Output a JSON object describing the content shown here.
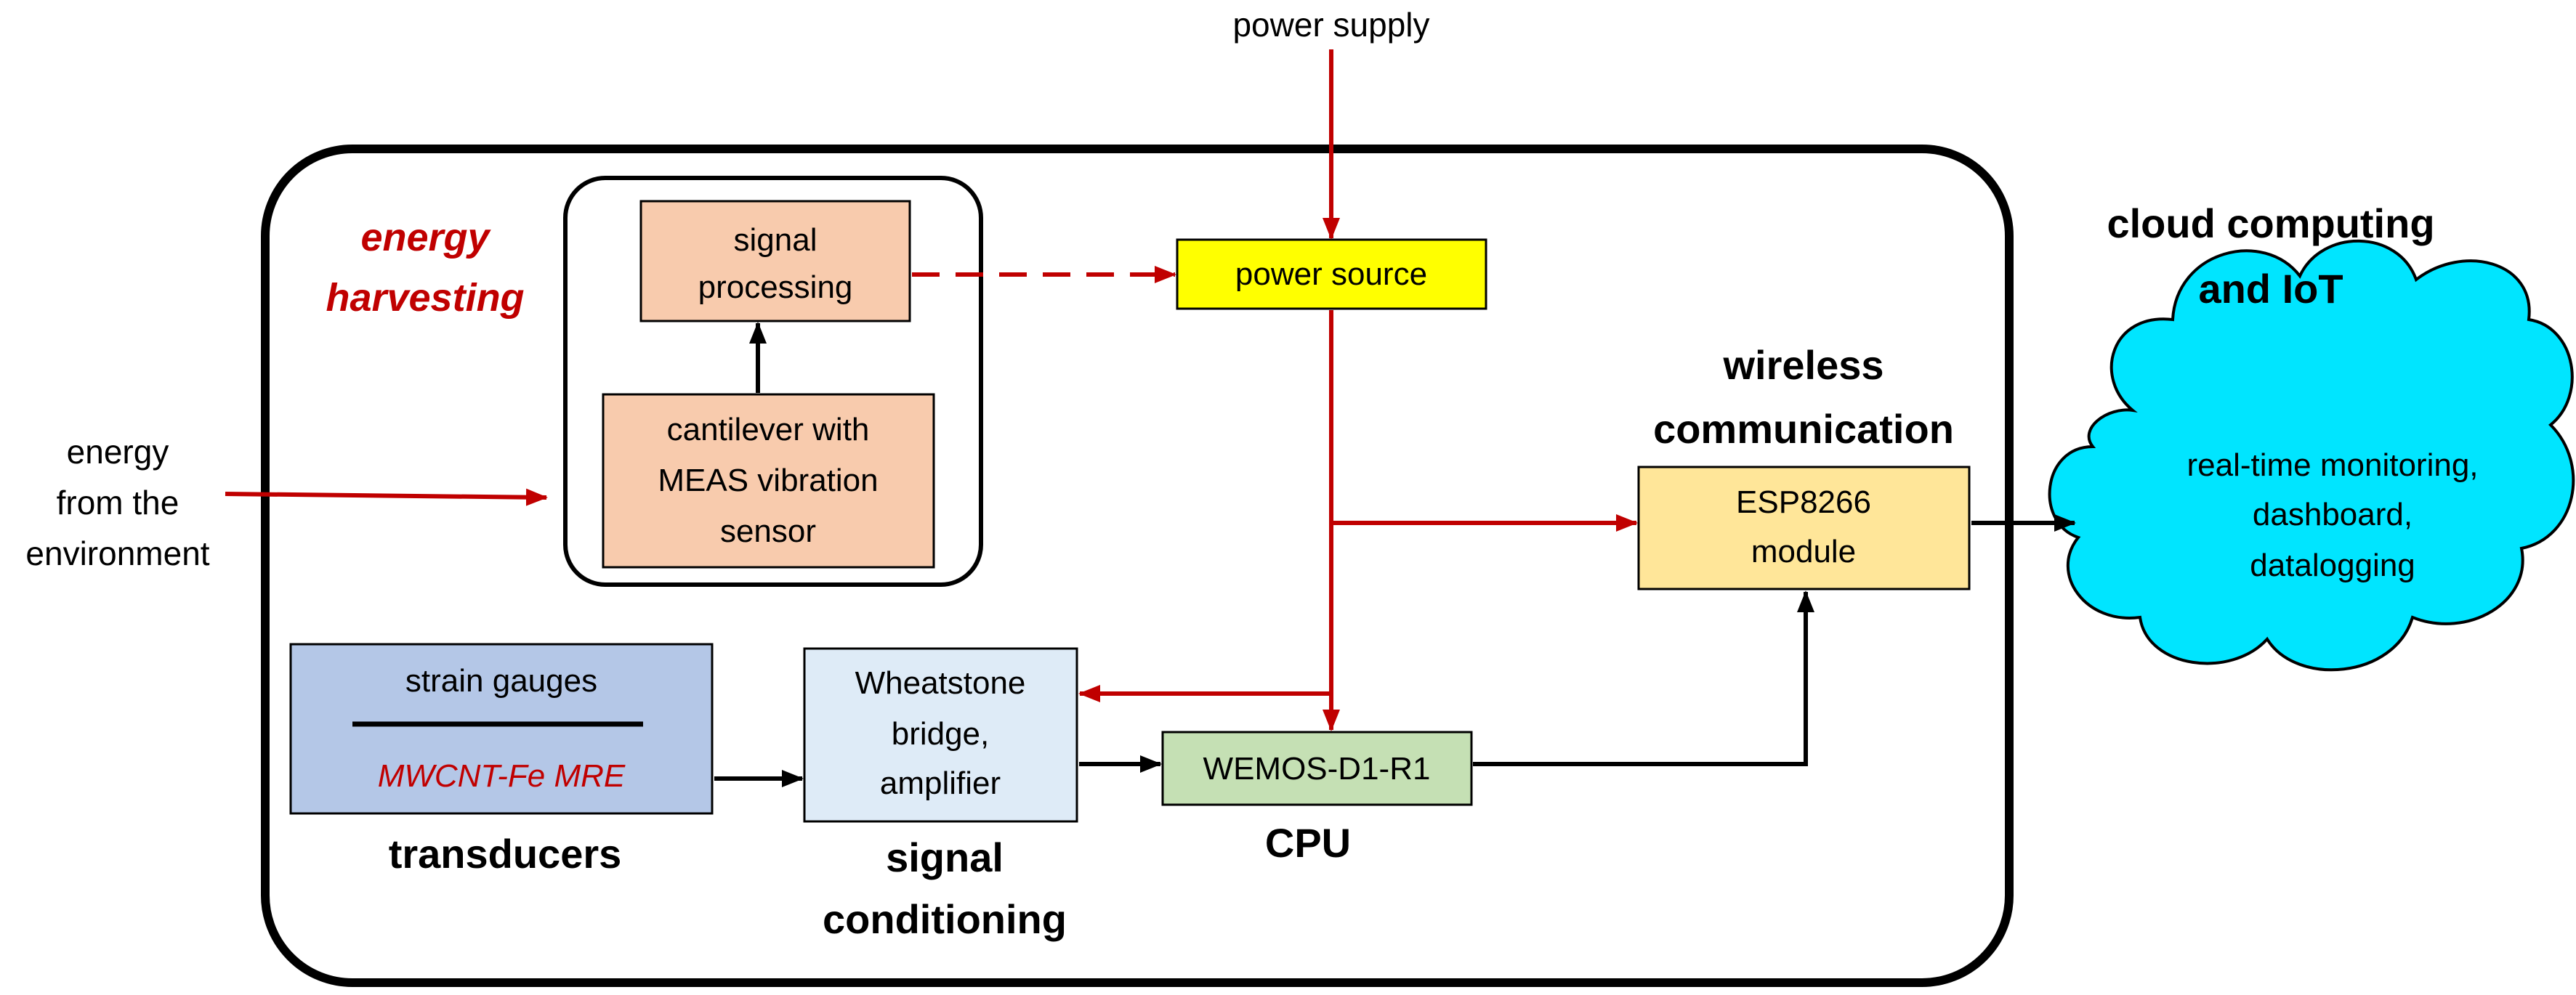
{
  "colors": {
    "red_arrow": "#c00000",
    "black": "#000000",
    "signal_processing_fill": "#f8cbad",
    "cantilever_fill": "#f8cbad",
    "power_source_fill": "#ffff00",
    "esp_fill": "#ffe699",
    "strain_fill": "#b4c7e7",
    "wheatstone_fill": "#deebf7",
    "wemos_fill": "#c5e0b4",
    "cloud_fill": "#00e5ff"
  },
  "labels": {
    "power_supply": "power supply",
    "energy_harvesting_1": "energy",
    "energy_harvesting_2": "harvesting",
    "energy_env_1": "energy",
    "energy_env_2": "from the",
    "energy_env_3": "environment",
    "cloud_title_1": "cloud computing",
    "cloud_title_2": "and IoT",
    "wireless_1": "wireless",
    "wireless_2": "communication",
    "transducers": "transducers",
    "signal_cond_1": "signal",
    "signal_cond_2": "conditioning",
    "cpu": "CPU"
  },
  "boxes": {
    "signal_processing_1": "signal",
    "signal_processing_2": "processing",
    "cantilever_1": "cantilever with",
    "cantilever_2": "MEAS vibration",
    "cantilever_3": "sensor",
    "power_source": "power source",
    "esp_1": "ESP8266",
    "esp_2": "module",
    "strain_gauges": "strain gauges",
    "mre": "MWCNT-Fe  MRE",
    "wheatstone_1": "Wheatstone",
    "wheatstone_2": "bridge,",
    "wheatstone_3": "amplifier",
    "wemos": "WEMOS-D1-R1",
    "cloud_1": "real-time monitoring,",
    "cloud_2": "dashboard,",
    "cloud_3": "datalogging"
  }
}
